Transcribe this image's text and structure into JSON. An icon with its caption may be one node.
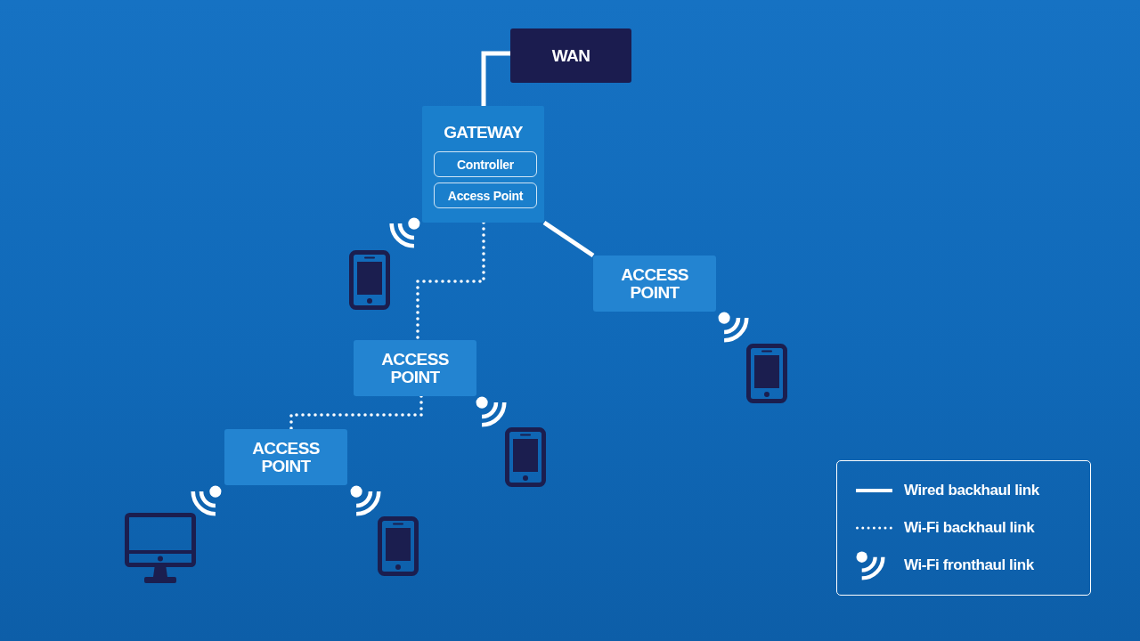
{
  "diagram": {
    "nodes": [
      {
        "text": [
          "WAN"
        ]
      },
      {
        "text": [
          "GATEWAY"
        ]
      },
      {
        "text": [
          "Controller"
        ],
        "in": 1
      },
      {
        "text": [
          "Access Point"
        ],
        "in": 1
      },
      {
        "text": [
          "ACCESS POINT"
        ]
      },
      {
        "text": [
          "ACCESS POINT"
        ]
      },
      {
        "text": [
          "ACCESS POINT"
        ]
      },
      {
        "text": [],
        "shape": "phone"
      },
      {
        "text": [],
        "shape": "phone"
      },
      {
        "text": [],
        "shape": "phone"
      },
      {
        "text": [],
        "shape": "monitor"
      },
      {
        "text": [],
        "shape": "phone"
      }
    ],
    "edges": [
      {
        "from": 1,
        "to": 0,
        "arrow": "none"
      },
      {
        "from": 1,
        "to": 4,
        "arrow": "none"
      },
      {
        "from": 1,
        "to": 5,
        "arrow": "none",
        "style": "dashed"
      },
      {
        "from": 5,
        "to": 6,
        "arrow": "none",
        "style": "dashed"
      }
    ],
    "legend": [
      {
        "text": "Wired backhaul link"
      },
      {
        "text": "Wi-Fi backhaul link"
      },
      {
        "text": "Wi-Fi fronthaul link"
      }
    ]
  }
}
